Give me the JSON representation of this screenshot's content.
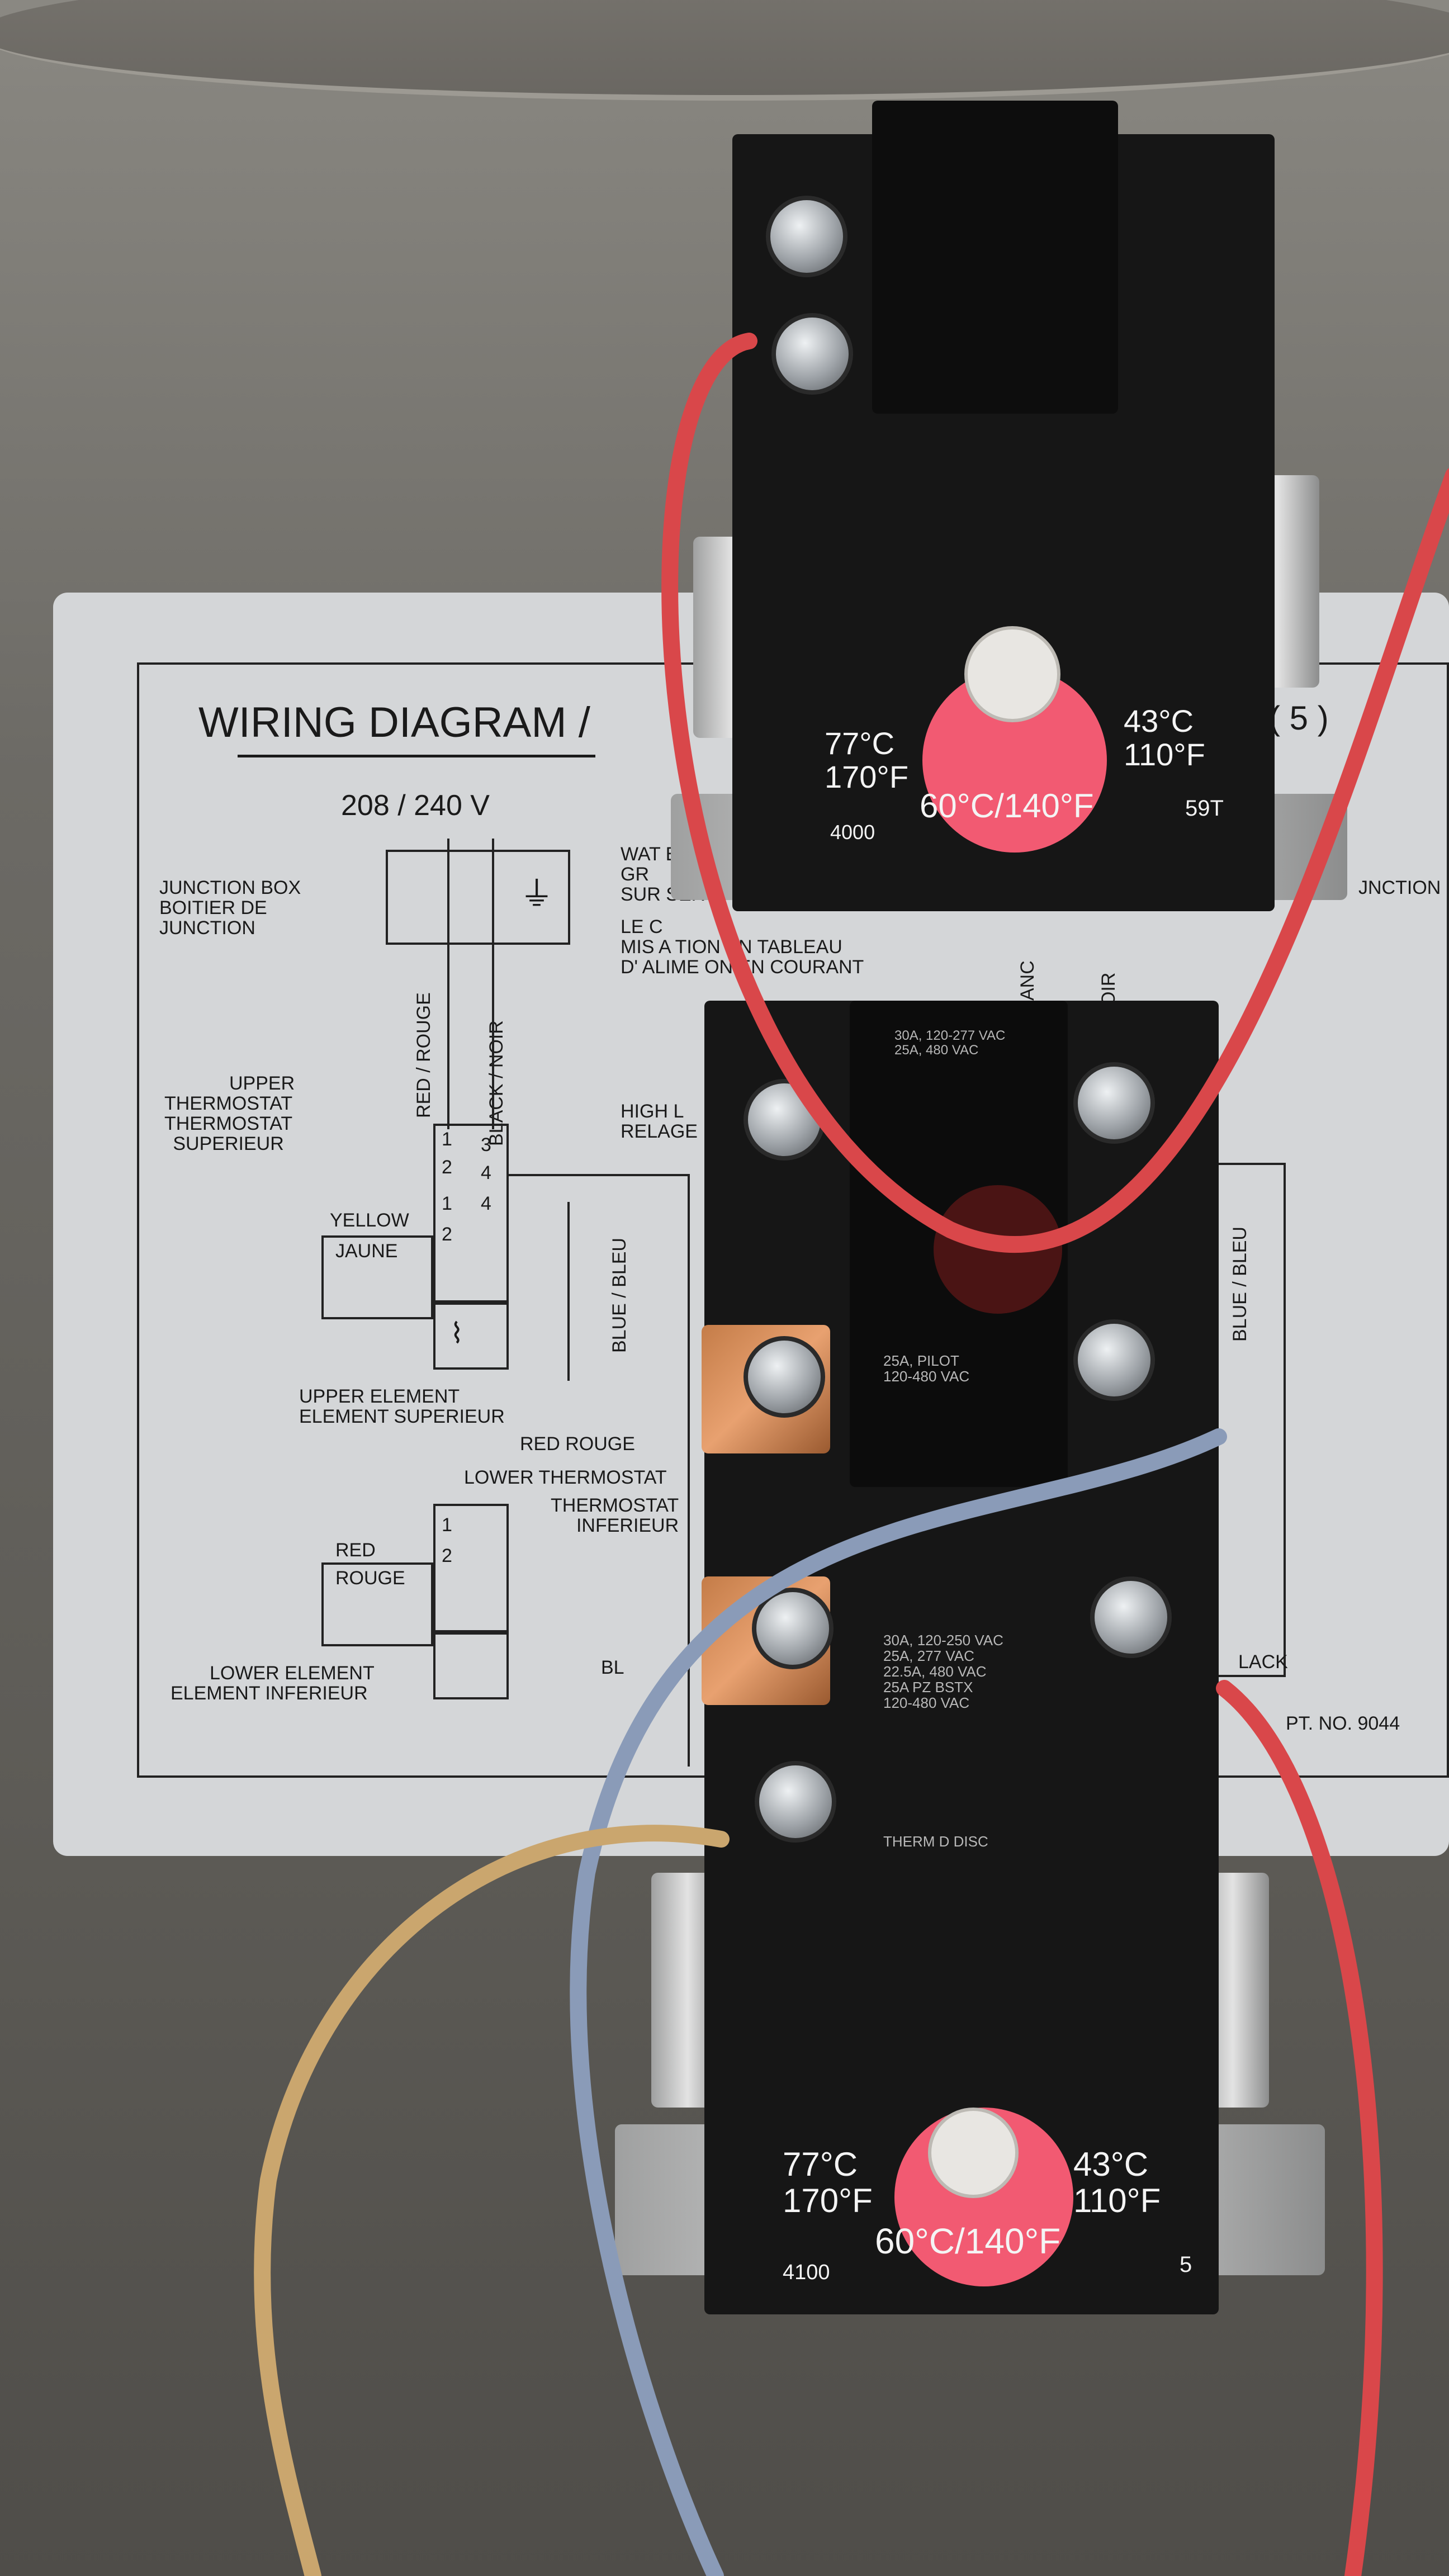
{
  "wiring_label": {
    "title": "WIRING DIAGRAM /",
    "voltage": "208 / 240 V",
    "junction_box": [
      "JUNCTION BOX",
      "BOITIER DE",
      "JUNCTION"
    ],
    "ground_text": [
      "WAT  ED",
      "GR",
      "SUR  SER"
    ],
    "feed_text": [
      "LE C",
      "MIS A  TION EN TABLEAU",
      "D' ALIME  ON EN COURANT"
    ],
    "upper_thermostat": [
      "UPPER",
      "THERMOSTAT",
      "THERMOSTAT",
      "SUPERIEUR"
    ],
    "high_limit": [
      "HIGH L",
      "RELAGE"
    ],
    "red_rouge": "RED / ROUGE",
    "black_noir": "BLACK / NOIR",
    "yellow": "YELLOW",
    "jaune": "JAUNE",
    "blue_bleu": "BLUE / BLEU",
    "upper_element": [
      "UPPER ELEMENT",
      "ELEMENT SUPERIEUR"
    ],
    "red_rouge_2": "RED  ROUGE",
    "lower_thermostat": "LOWER THERMOSTAT",
    "lower_thermostat_fr": [
      "THERMOSTAT",
      "INFERIEUR"
    ],
    "red": "RED",
    "rouge": "ROUGE",
    "lower_element": [
      "LOWER ELEMENT",
      "ELEMENT INFERIEUR"
    ],
    "blue_bleu_right": "BLUE / BLEU",
    "bl": "BL",
    "black": "LACK",
    "part_no": "PT. NO. 9044",
    "junction_right": "JNCTION",
    "paren": "( 5  )",
    "anc": "ANC",
    "oir": "OIR",
    "terminal_numbers": [
      "1",
      "2",
      "3",
      "4",
      "1",
      "4",
      "2",
      "1",
      "2"
    ]
  },
  "upper_thermostat_device": {
    "left_c": "77°C",
    "left_f": "170°F",
    "right_c": "43°C",
    "right_f": "110°F",
    "center": "60°C/140°F",
    "model": "4000",
    "code": "59T"
  },
  "lower_thermostat_device": {
    "rating_top": [
      "30A, 120-277 VAC",
      "25A, 480 VAC"
    ],
    "rating_mid": [
      "25A, PILOT",
      "120-480 VAC"
    ],
    "rating_bottom": [
      "30A, 120-250 VAC",
      "25A, 277 VAC",
      "22.5A, 480 VAC",
      "25A PZ BSTX",
      "120-480 VAC"
    ],
    "stamp": "THERM  D  DISC",
    "left_c": "77°C",
    "left_f": "170°F",
    "right_c": "43°C",
    "right_f": "110°F",
    "center": "60°C/140°F",
    "model": "4100",
    "code": "5"
  },
  "colors": {
    "red_wire": "#d9474a",
    "blue_wire": "#8a9bb8",
    "yellow_wire": "#caa66e",
    "dial_pink": "#f25a72",
    "label_bg": "#d4d6d8"
  }
}
